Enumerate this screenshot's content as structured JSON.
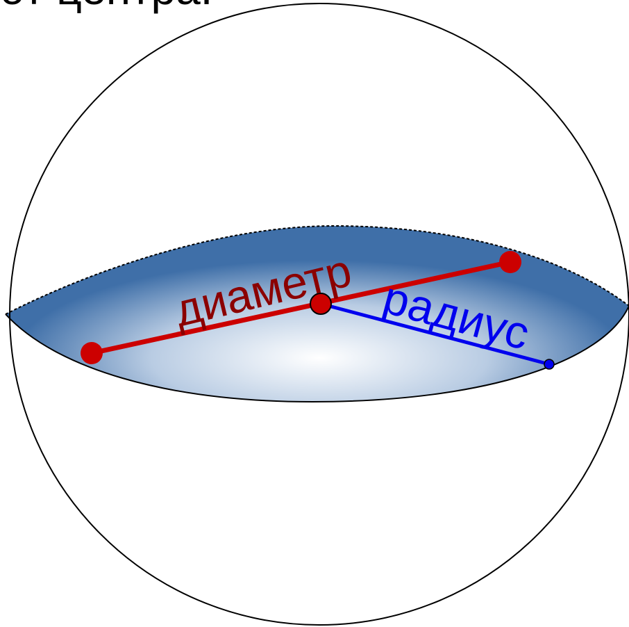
{
  "caption": "от центра.",
  "labels": {
    "diameter": "диаметр",
    "radius": "радиус"
  },
  "colors": {
    "diameter": "#cc0000",
    "diameter_text": "#8b0000",
    "radius": "#0000ee",
    "disk_edge": "#3f6fa8",
    "disk_center": "#ffffff",
    "outline": "#000000"
  }
}
